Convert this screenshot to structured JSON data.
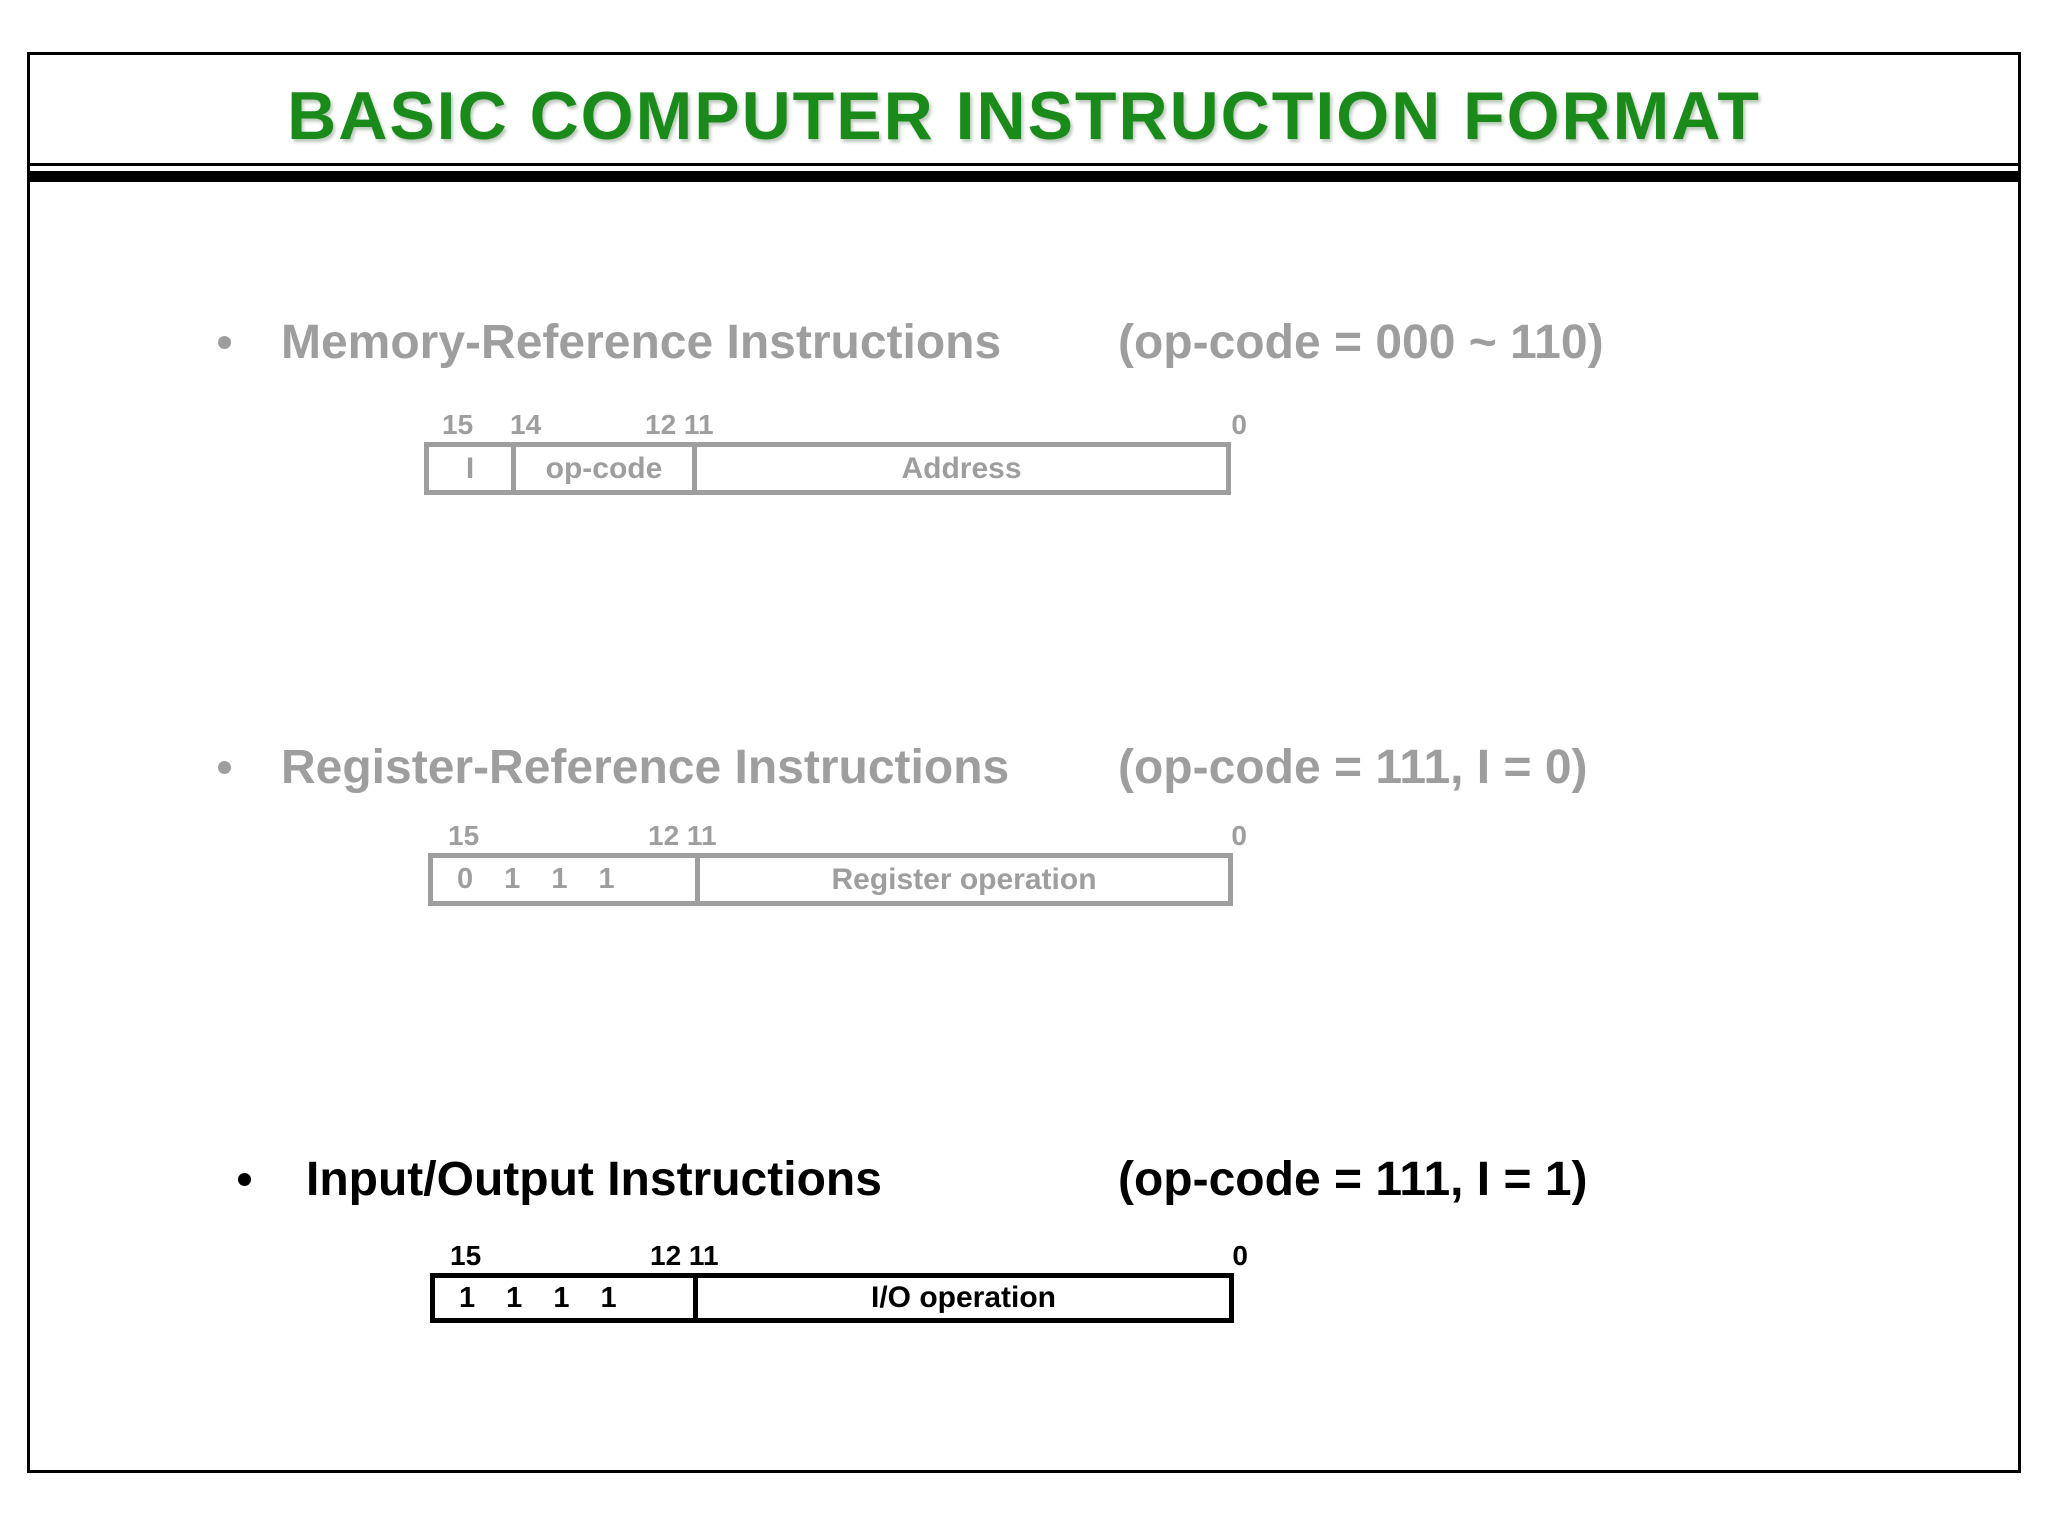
{
  "title": "BASIC COMPUTER INSTRUCTION FORMAT",
  "colors": {
    "title_green": "#1a8a1a",
    "inactive_gray": "#9e9e9e",
    "active_black": "#000000"
  },
  "sections": [
    {
      "heading": "Memory-Reference Instructions",
      "opcode_note": "(op-code = 000 ~ 110)",
      "status": "inactive",
      "diagram": {
        "bit_label_15": "15",
        "bit_label_14": "14",
        "bit_label_12_11": "12 11",
        "bit_label_0": "0",
        "field_i": "I",
        "field_opcode": "op-code",
        "field_address": "Address"
      }
    },
    {
      "heading": "Register-Reference Instructions",
      "opcode_note": "(op-code = 111, I = 0)",
      "status": "inactive",
      "diagram": {
        "bit_label_15": "15",
        "bit_label_12_11": "12 11",
        "bit_label_0": "0",
        "field_bits": "0 1 1 1",
        "field_operation": "Register operation"
      }
    },
    {
      "heading": "Input/Output Instructions",
      "opcode_note": "(op-code = 111, I = 1)",
      "status": "active",
      "diagram": {
        "bit_label_15": "15",
        "bit_label_12_11": "12 11",
        "bit_label_0": "0",
        "field_bits": "1 1 1 1",
        "field_operation": "I/O operation"
      }
    }
  ]
}
